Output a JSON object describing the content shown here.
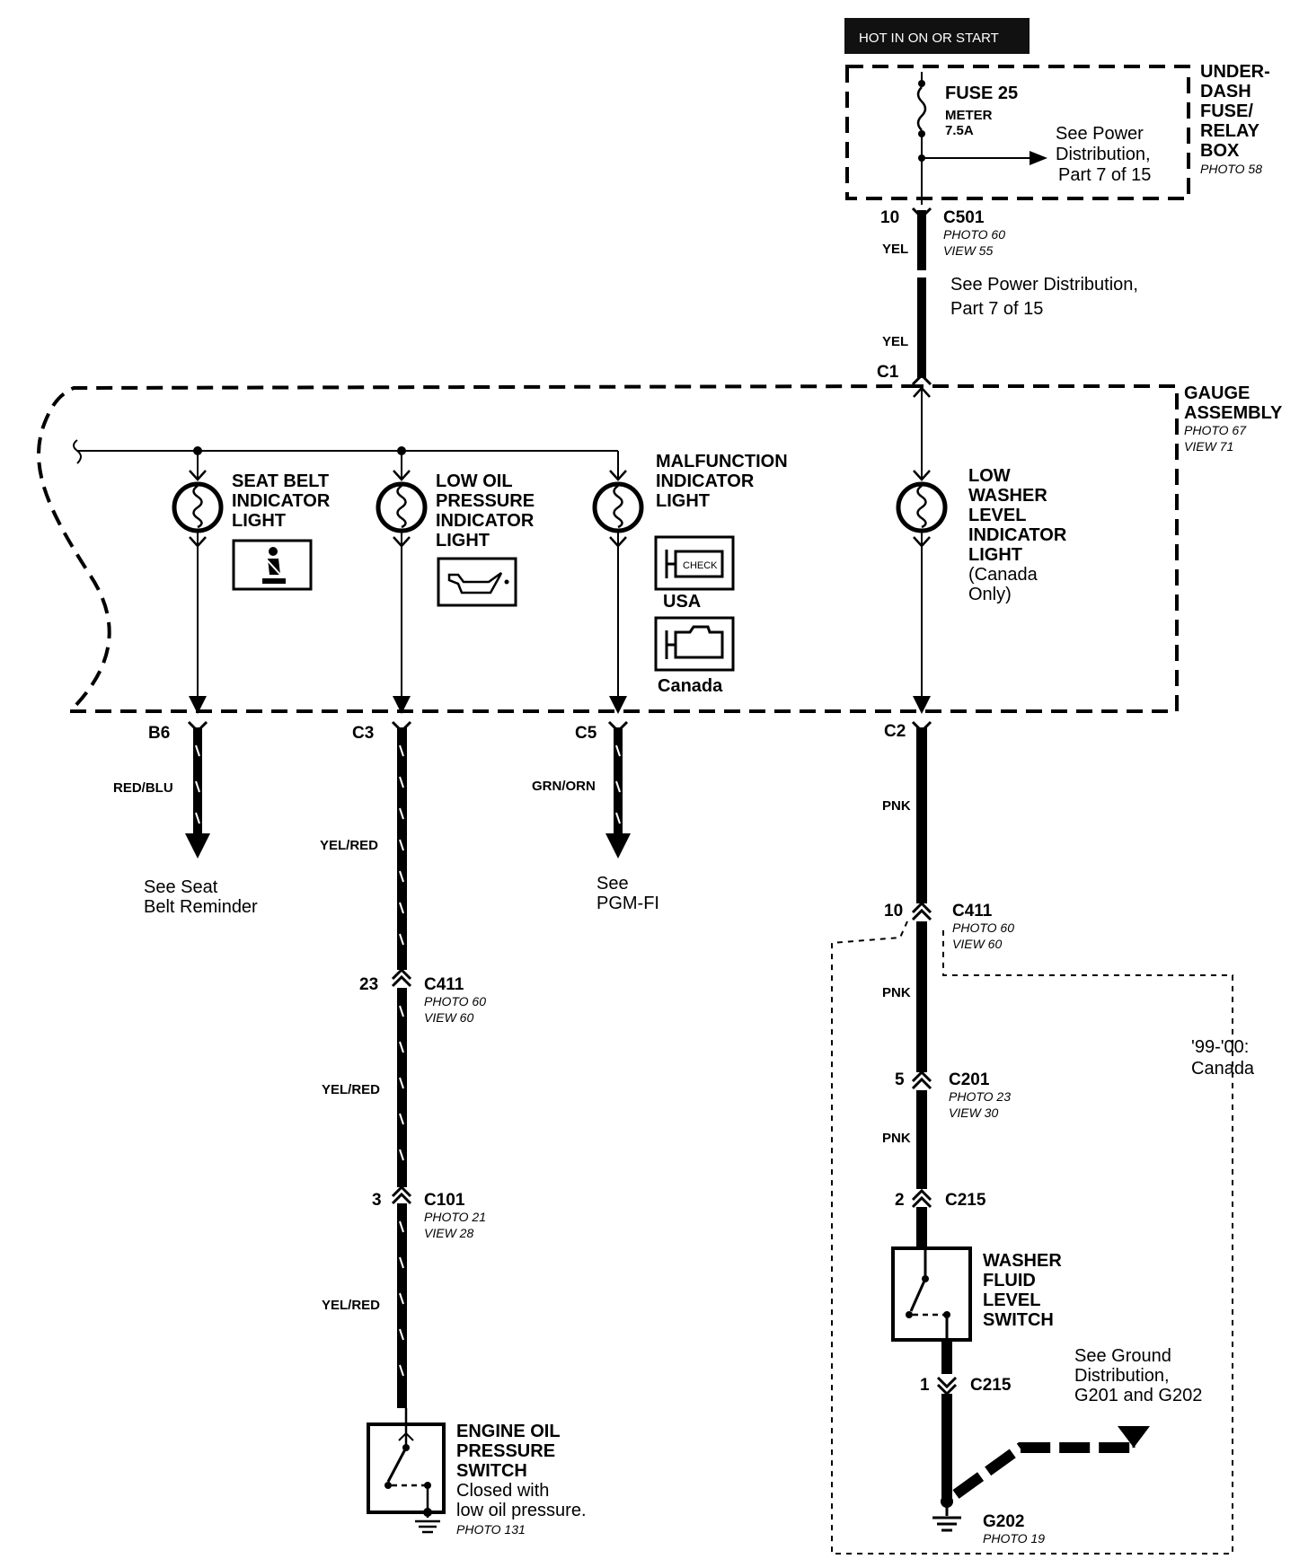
{
  "hot_label": "HOT IN ON OR START",
  "fuse_box": {
    "name_lines": [
      "UNDER-",
      "DASH",
      "FUSE/",
      "RELAY",
      "BOX"
    ],
    "photo": "PHOTO 58",
    "fuse": "FUSE 25",
    "fuse_circuit": "METER",
    "fuse_rating": "7.5A",
    "see_note": [
      "See Power",
      "Distribution,",
      "Part 7 of 15"
    ]
  },
  "c501": {
    "pin": "10",
    "name": "C501",
    "photo": "PHOTO 60",
    "view": "VIEW 55"
  },
  "supply_wire": {
    "color_top": "YEL",
    "color_bottom": "YEL",
    "see_note": [
      "See Power Distribution,",
      "Part 7 of 15"
    ]
  },
  "c1": "C1",
  "gauge_assembly": {
    "name_lines": [
      "GAUGE",
      "ASSEMBLY"
    ],
    "photo": "PHOTO 67",
    "view": "VIEW 71"
  },
  "lights": [
    {
      "label": [
        "SEAT BELT",
        "INDICATOR",
        "LIGHT"
      ]
    },
    {
      "label": [
        "LOW OIL",
        "PRESSURE",
        "INDICATOR",
        "LIGHT"
      ]
    },
    {
      "label": [
        "MALFUNCTION",
        "INDICATOR",
        "LIGHT"
      ],
      "variants": [
        "USA",
        "Canada"
      ],
      "check_text": "CHECK"
    },
    {
      "label": [
        "LOW",
        "WASHER",
        "LEVEL",
        "INDICATOR",
        "LIGHT",
        "(Canada",
        "Only)"
      ]
    }
  ],
  "outputs": [
    {
      "connector": "B6",
      "wire": "RED/BLU",
      "see": [
        "See Seat",
        "Belt Reminder"
      ]
    },
    {
      "connector": "C3",
      "wire": "YEL/RED"
    },
    {
      "connector": "C5",
      "wire": "GRN/ORN",
      "see": [
        "See",
        "PGM-FI"
      ]
    },
    {
      "connector": "C2",
      "wire": "PNK"
    }
  ],
  "oil_circuit": {
    "c411": {
      "pin": "23",
      "name": "C411",
      "photo": "PHOTO 60",
      "view": "VIEW 60"
    },
    "wire2": "YEL/RED",
    "c101": {
      "pin": "3",
      "name": "C101",
      "photo": "PHOTO 21",
      "view": "VIEW 28"
    },
    "wire3": "YEL/RED",
    "switch": {
      "name_lines": [
        "ENGINE OIL",
        "PRESSURE",
        "SWITCH"
      ],
      "desc_lines": [
        "Closed with",
        "low oil pressure."
      ],
      "photo": "PHOTO 131"
    }
  },
  "washer_circuit": {
    "c411": {
      "pin": "10",
      "name": "C411",
      "photo": "PHOTO 60",
      "view": "VIEW 60"
    },
    "wire2": "PNK",
    "region_note": [
      "'99-'00:",
      "Canada"
    ],
    "c201": {
      "pin": "5",
      "name": "C201",
      "photo": "PHOTO 23",
      "view": "VIEW 30"
    },
    "wire3": "PNK",
    "c215_top": {
      "pin": "2",
      "name": "C215"
    },
    "switch": {
      "name_lines": [
        "WASHER",
        "FLUID",
        "LEVEL",
        "SWITCH"
      ]
    },
    "c215_bottom": {
      "pin": "1",
      "name": "C215"
    },
    "ground_note": [
      "See Ground",
      "Distribution,",
      "G201 and G202"
    ],
    "ground": {
      "name": "G202",
      "photo": "PHOTO 19"
    }
  }
}
